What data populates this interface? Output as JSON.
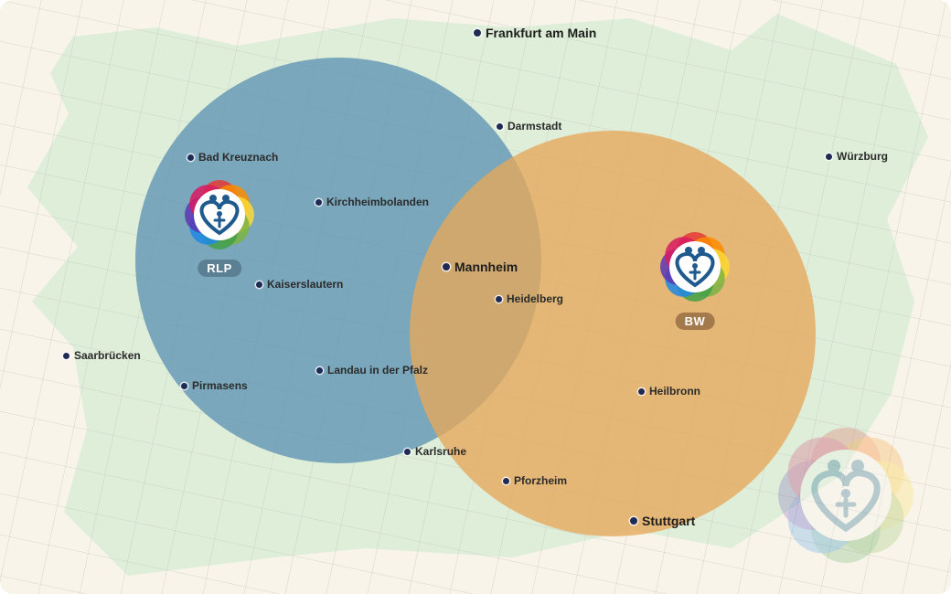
{
  "map": {
    "colors": {
      "background": "#f8f4ea",
      "grid": "#c9c6bd",
      "land": "#d9ecd6",
      "rlp_circle": "#5e93b2",
      "bw_circle": "#e5a85a",
      "city_dot": "#1f2a55"
    },
    "cities": [
      {
        "name": "Frankfurt am Main",
        "major": true
      },
      {
        "name": "Darmstadt",
        "major": false
      },
      {
        "name": "Würzburg",
        "major": false
      },
      {
        "name": "Bad Kreuznach",
        "major": false
      },
      {
        "name": "Kirchheimbolanden",
        "major": false
      },
      {
        "name": "Mannheim",
        "major": true
      },
      {
        "name": "Kaiserslautern",
        "major": false
      },
      {
        "name": "Heidelberg",
        "major": false
      },
      {
        "name": "Saarbrücken",
        "major": false
      },
      {
        "name": "Landau in der Pfalz",
        "major": false
      },
      {
        "name": "Pirmasens",
        "major": false
      },
      {
        "name": "Heilbronn",
        "major": false
      },
      {
        "name": "Karlsruhe",
        "major": false
      },
      {
        "name": "Pforzheim",
        "major": false
      },
      {
        "name": "Stuttgart",
        "major": true
      }
    ],
    "regions": [
      {
        "label": "RLP",
        "color": "#5e93b2",
        "tag_color": "#5b7f93",
        "icon": "family-heart-logo-icon"
      },
      {
        "label": "BW",
        "color": "#e5a85a",
        "tag_color": "#a47a4d",
        "icon": "family-heart-logo-icon"
      }
    ],
    "watermark_icon": "family-heart-logo-icon"
  }
}
